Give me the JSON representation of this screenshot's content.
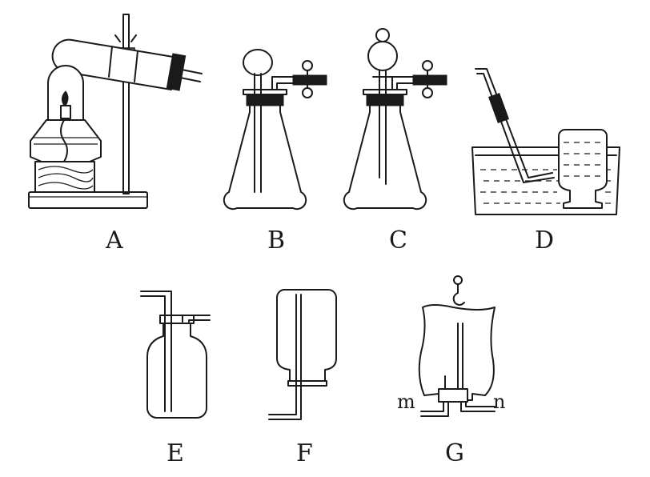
{
  "labels": {
    "A": "A",
    "B": "B",
    "C": "C",
    "D": "D",
    "E": "E",
    "F": "F",
    "G": "G"
  },
  "ports": {
    "m": "m",
    "n": "n"
  }
}
